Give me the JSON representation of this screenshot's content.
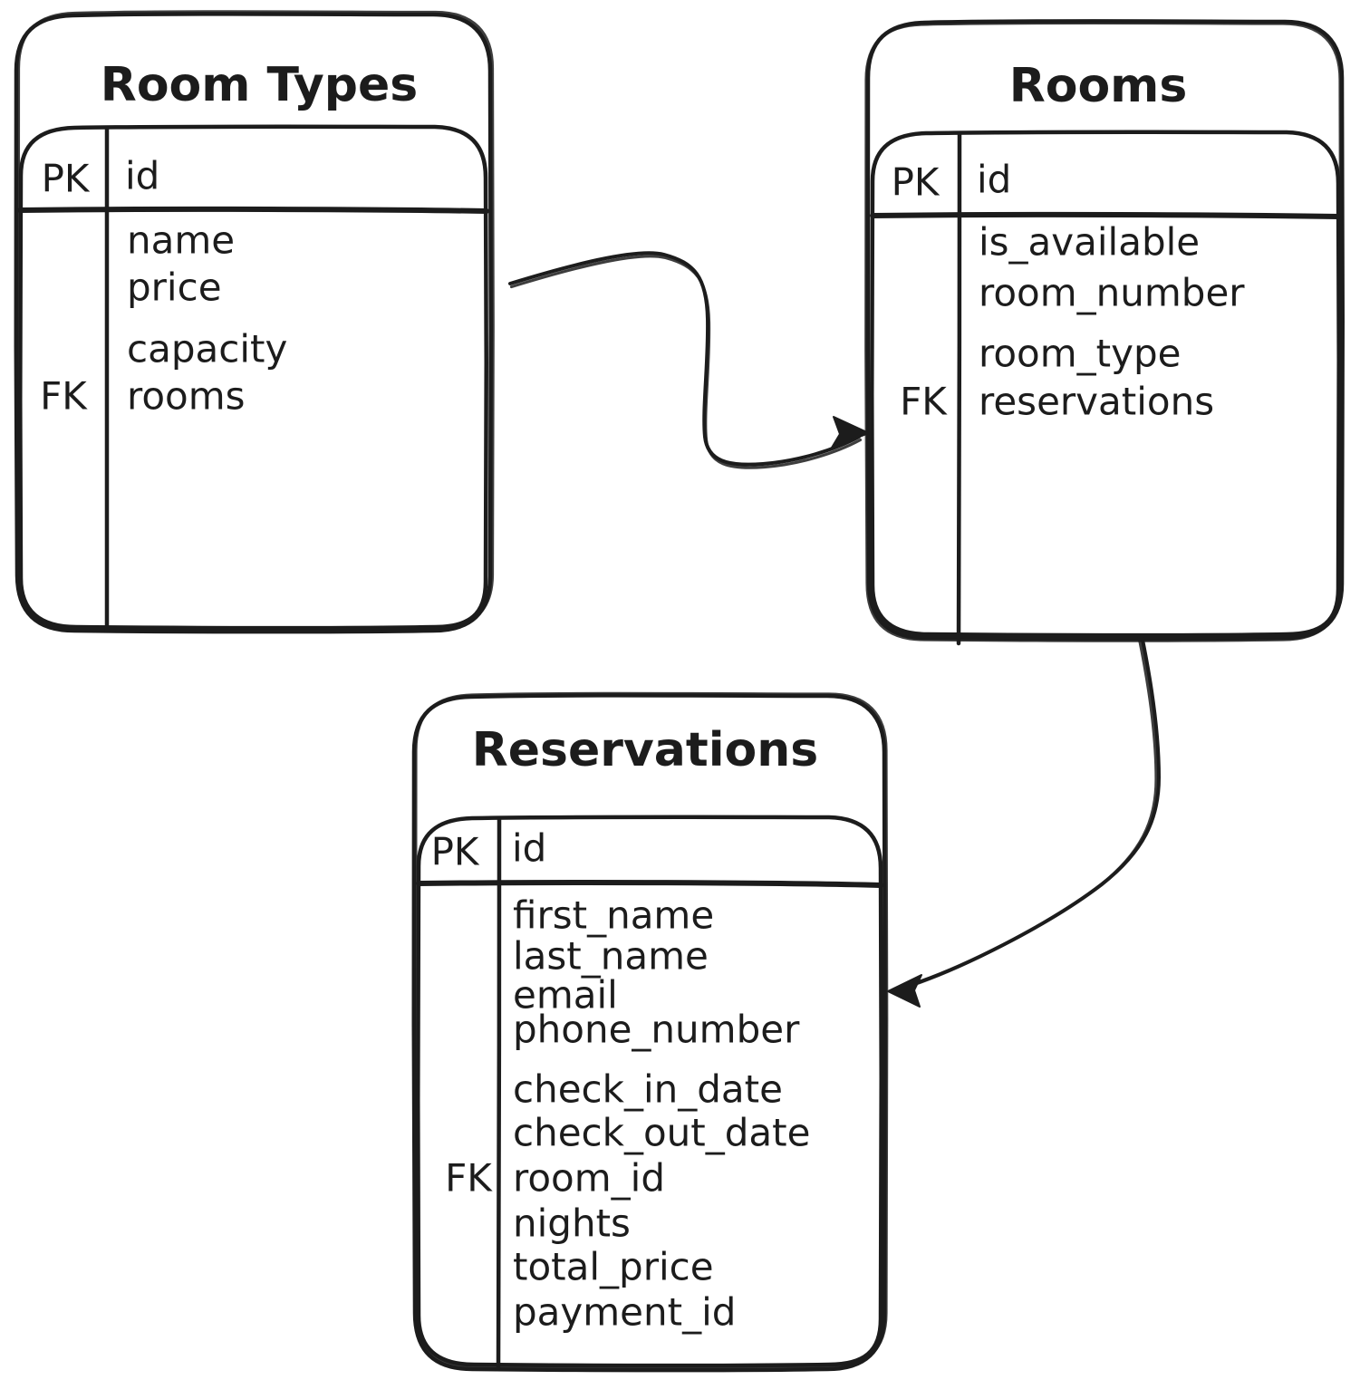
{
  "canvas": {
    "background_color": "#ffffff",
    "stroke_color": "#1c1c1c",
    "style": "hand-drawn-erd"
  },
  "tables": [
    {
      "id": "room_types",
      "title": "Room Types",
      "header": {
        "key": "PK",
        "field": "id"
      },
      "rows": [
        {
          "key": "",
          "field": "name"
        },
        {
          "key": "",
          "field": "price"
        },
        {
          "key": "",
          "field": "capacity"
        },
        {
          "key": "FK",
          "field": "rooms"
        }
      ]
    },
    {
      "id": "rooms",
      "title": "Rooms",
      "header": {
        "key": "PK",
        "field": "id"
      },
      "rows": [
        {
          "key": "",
          "field": "is_available"
        },
        {
          "key": "",
          "field": "room_number"
        },
        {
          "key": "",
          "field": "room_type"
        },
        {
          "key": "FK",
          "field": "reservations"
        }
      ]
    },
    {
      "id": "reservations",
      "title": "Reservations",
      "header": {
        "key": "PK",
        "field": "id"
      },
      "rows": [
        {
          "key": "",
          "field": "first_name"
        },
        {
          "key": "",
          "field": "last_name"
        },
        {
          "key": "",
          "field": "email"
        },
        {
          "key": "",
          "field": "phone_number"
        },
        {
          "key": "",
          "field": "check_in_date"
        },
        {
          "key": "",
          "field": "check_out_date"
        },
        {
          "key": "FK",
          "field": "room_id"
        },
        {
          "key": "",
          "field": "nights"
        },
        {
          "key": "",
          "field": "total_price"
        },
        {
          "key": "",
          "field": "payment_id"
        }
      ]
    }
  ],
  "relationships": [
    {
      "from": "Room Types",
      "to": "Rooms"
    },
    {
      "from": "Rooms",
      "to": "Reservations"
    }
  ]
}
